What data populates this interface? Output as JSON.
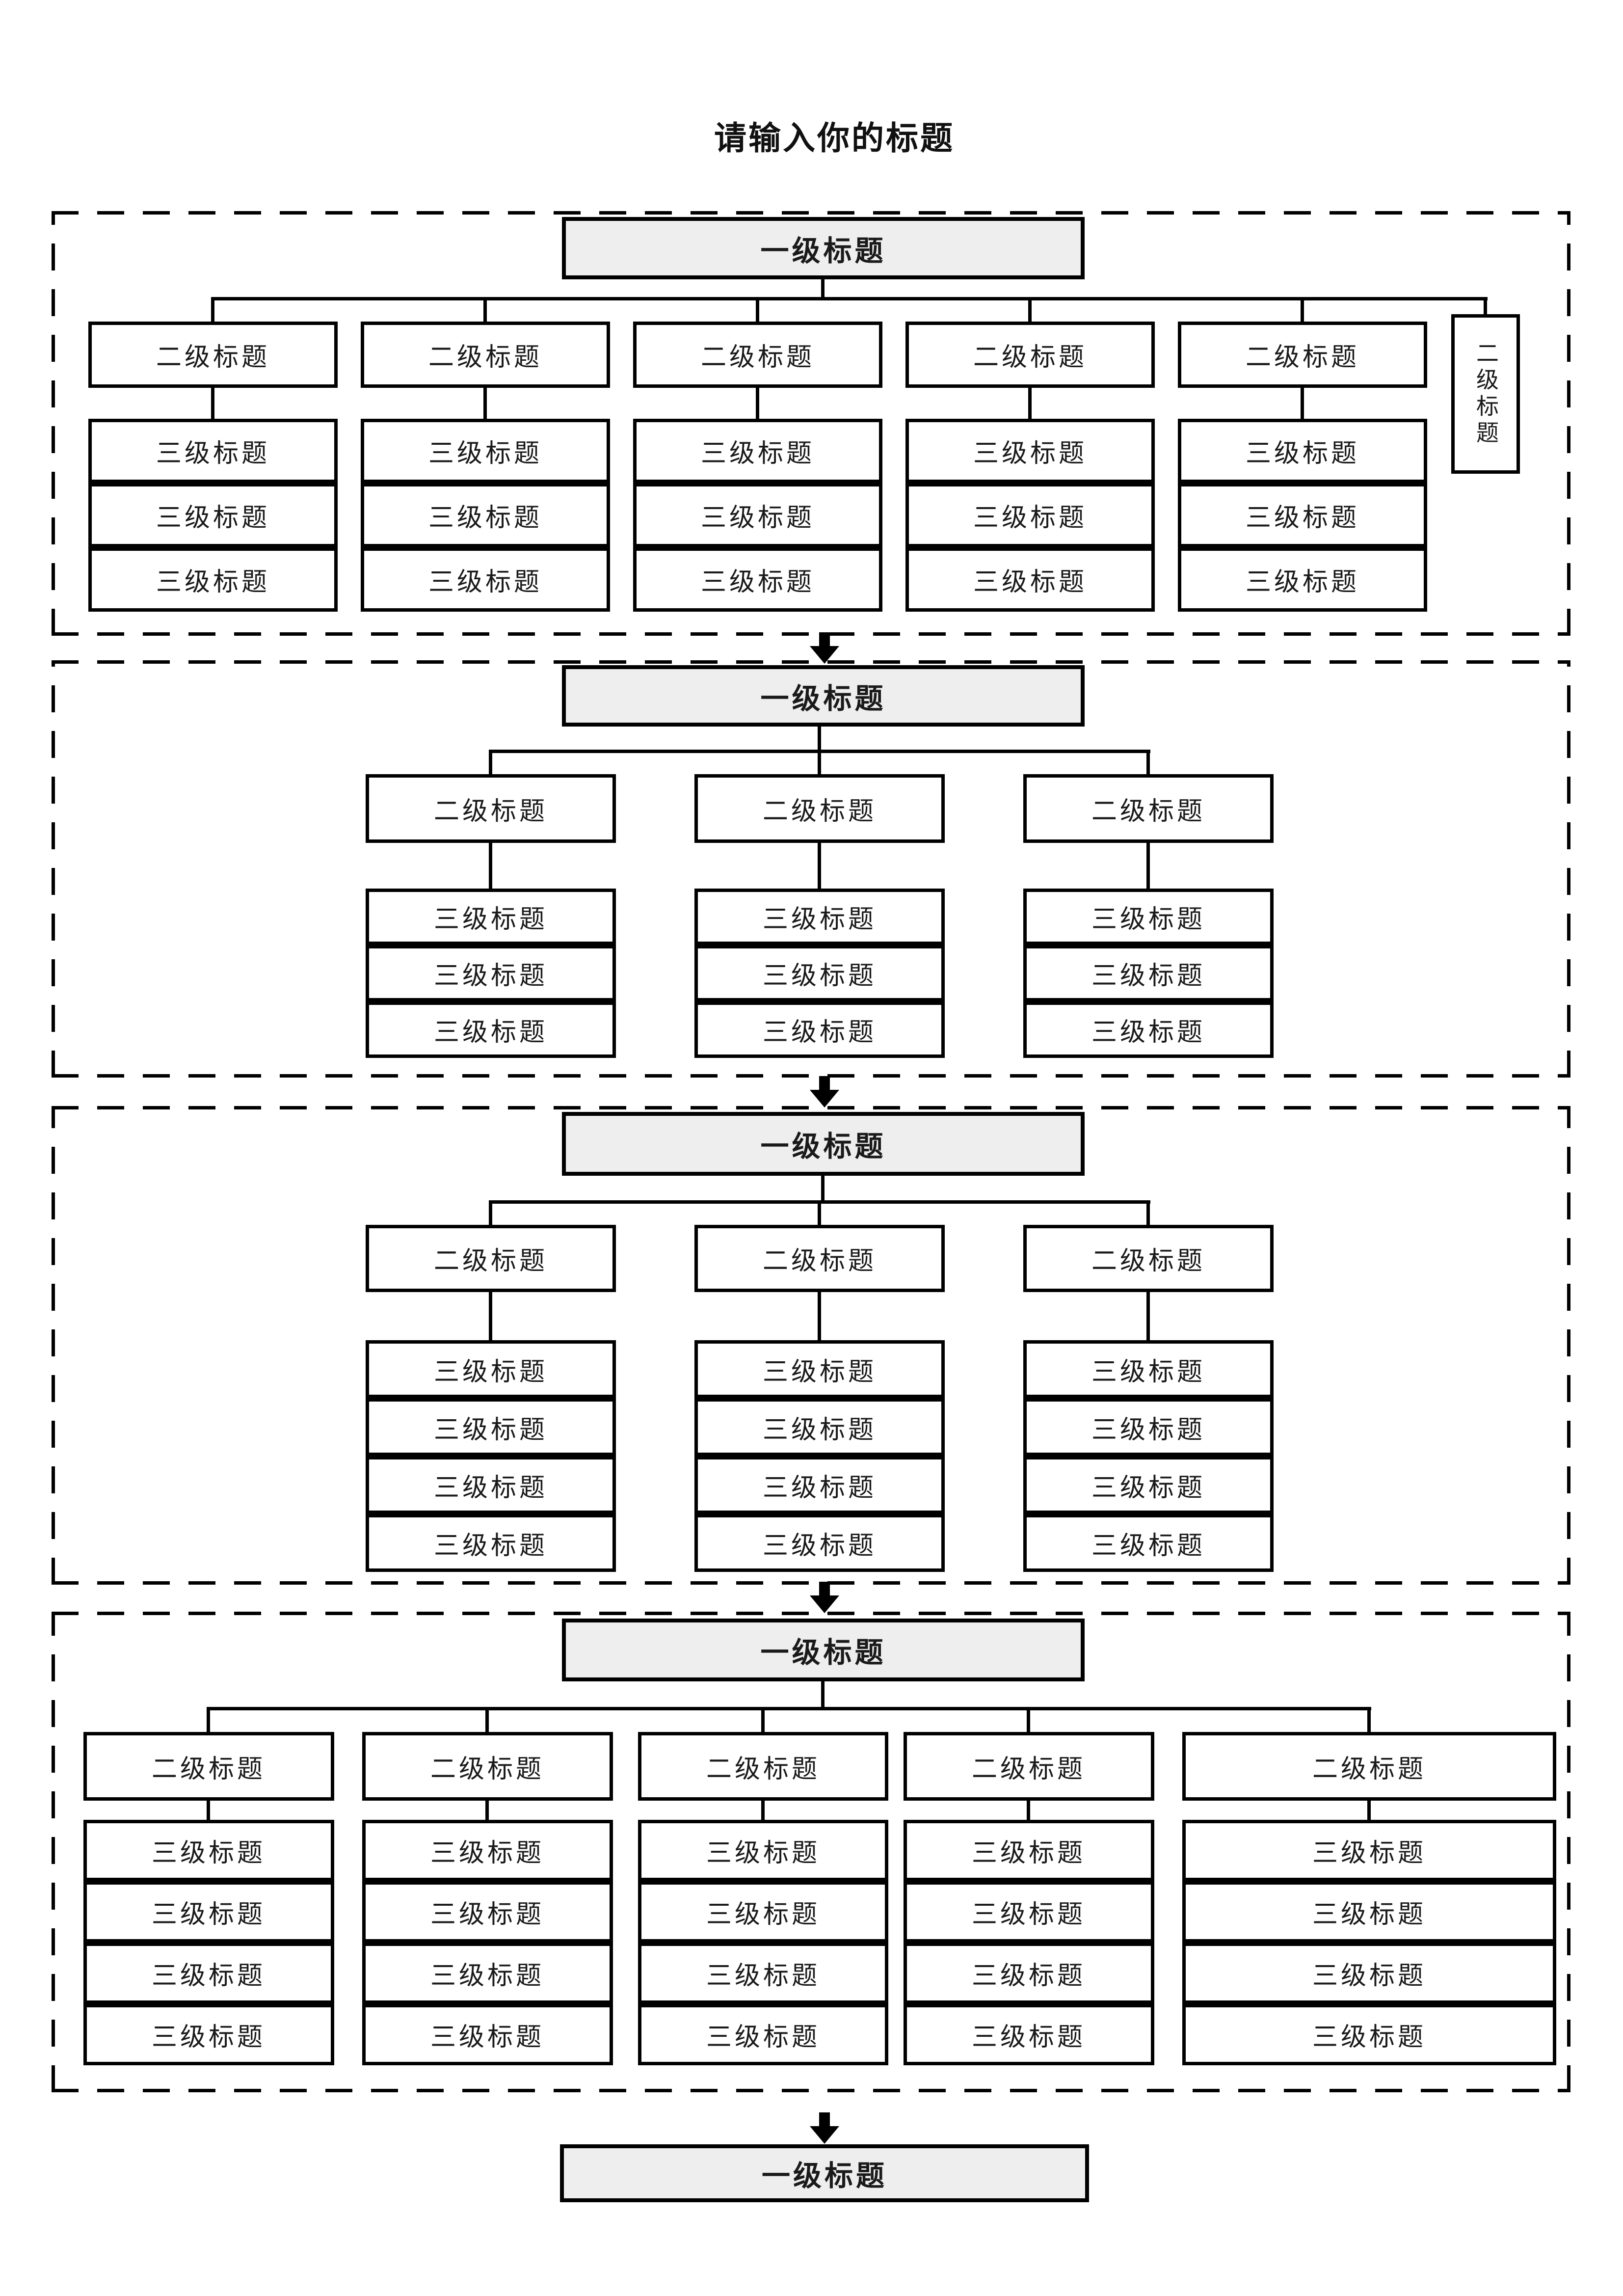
{
  "page": {
    "title": "请输入你的标题"
  },
  "labels": {
    "level1": "一级标题",
    "level2": "二级标题",
    "level3": "三级标题"
  },
  "colors": {
    "background": "#ffffff",
    "line": "#000000",
    "level1_fill": "#eeeeee",
    "box_fill": "#ffffff",
    "text": "#1a1a1a"
  },
  "icons": {
    "section_connector": "down-arrow"
  },
  "connector_arrows": {
    "icon": "down-arrow",
    "count": 4
  },
  "sections": [
    {
      "h1": "一级标题",
      "columns": [
        {
          "h2": "二级标题",
          "orientation": "horizontal",
          "h3": [
            "三级标题",
            "三级标题",
            "三级标题"
          ]
        },
        {
          "h2": "二级标题",
          "orientation": "horizontal",
          "h3": [
            "三级标题",
            "三级标题",
            "三级标题"
          ]
        },
        {
          "h2": "二级标题",
          "orientation": "horizontal",
          "h3": [
            "三级标题",
            "三级标题",
            "三级标题"
          ]
        },
        {
          "h2": "二级标题",
          "orientation": "horizontal",
          "h3": [
            "三级标题",
            "三级标题",
            "三级标题"
          ]
        },
        {
          "h2": "二级标题",
          "orientation": "horizontal",
          "h3": [
            "三级标题",
            "三级标题",
            "三级标题"
          ]
        },
        {
          "h2": "二级标题",
          "orientation": "vertical",
          "h3": []
        }
      ]
    },
    {
      "h1": "一级标题",
      "columns": [
        {
          "h2": "二级标题",
          "orientation": "horizontal",
          "h3": [
            "三级标题",
            "三级标题",
            "三级标题"
          ]
        },
        {
          "h2": "二级标题",
          "orientation": "horizontal",
          "h3": [
            "三级标题",
            "三级标题",
            "三级标题"
          ]
        },
        {
          "h2": "二级标题",
          "orientation": "horizontal",
          "h3": [
            "三级标题",
            "三级标题",
            "三级标题"
          ]
        }
      ]
    },
    {
      "h1": "一级标题",
      "columns": [
        {
          "h2": "二级标题",
          "orientation": "horizontal",
          "h3": [
            "三级标题",
            "三级标题",
            "三级标题",
            "三级标题"
          ]
        },
        {
          "h2": "二级标题",
          "orientation": "horizontal",
          "h3": [
            "三级标题",
            "三级标题",
            "三级标题",
            "三级标题"
          ]
        },
        {
          "h2": "二级标题",
          "orientation": "horizontal",
          "h3": [
            "三级标题",
            "三级标题",
            "三级标题",
            "三级标题"
          ]
        }
      ]
    },
    {
      "h1": "一级标题",
      "columns": [
        {
          "h2": "二级标题",
          "orientation": "horizontal",
          "h3": [
            "三级标题",
            "三级标题",
            "三级标题",
            "三级标题"
          ]
        },
        {
          "h2": "二级标题",
          "orientation": "horizontal",
          "h3": [
            "三级标题",
            "三级标题",
            "三级标题",
            "三级标题"
          ]
        },
        {
          "h2": "二级标题",
          "orientation": "horizontal",
          "h3": [
            "三级标题",
            "三级标题",
            "三级标题",
            "三级标题"
          ]
        },
        {
          "h2": "二级标题",
          "orientation": "horizontal",
          "h3": [
            "三级标题",
            "三级标题",
            "三级标题",
            "三级标题"
          ]
        },
        {
          "h2": "二级标题",
          "orientation": "horizontal",
          "h3": [
            "三级标题",
            "三级标题",
            "三级标题",
            "三级标题"
          ]
        }
      ]
    }
  ],
  "footer": {
    "h1": "一级标题"
  }
}
